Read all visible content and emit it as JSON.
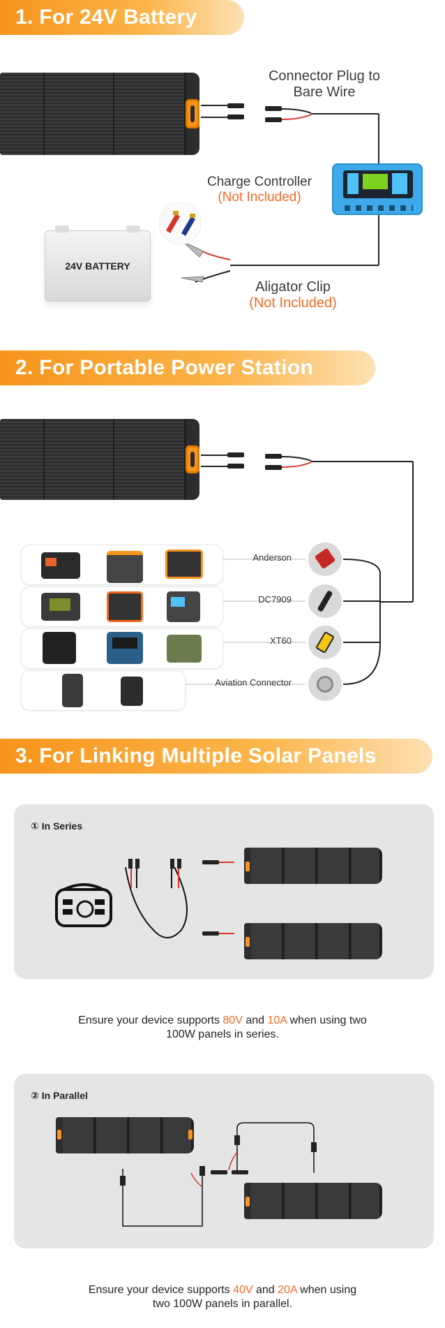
{
  "sections": {
    "s1": {
      "title": "1. For 24V Battery"
    },
    "s2": {
      "title": "2. For Portable Power Station"
    },
    "s3": {
      "title": "3. For Linking Multiple Solar Panels"
    }
  },
  "s1": {
    "connector_line1": "Connector Plug to",
    "connector_line2": "Bare Wire",
    "controller_label": "Charge Controller",
    "controller_note": "(Not Included)",
    "battery_label": "24V BATTERY",
    "clip_label": "Aligator Clip",
    "clip_note": "(Not Included)"
  },
  "s2": {
    "connectors": [
      {
        "label": "Anderson"
      },
      {
        "label": "DC7909"
      },
      {
        "label": "XT60"
      },
      {
        "label": "Aviation Connector"
      }
    ]
  },
  "s3": {
    "series": {
      "title": "① In Series",
      "note_a": "Ensure your device supports ",
      "volt": "80V",
      "note_b": " and ",
      "amp": "10A",
      "note_c": " when using two",
      "note_line2": "100W panels in series."
    },
    "parallel": {
      "title": "② In Parallel",
      "note_a": "Ensure your device supports ",
      "volt": "40V",
      "note_b": " and ",
      "amp": "20A",
      "note_c": " when using",
      "note_line2": "two 100W panels in parallel."
    }
  },
  "colors": {
    "accent": "#f7941d",
    "note_orange": "#f26a21",
    "controller_blue": "#39a5e8"
  }
}
